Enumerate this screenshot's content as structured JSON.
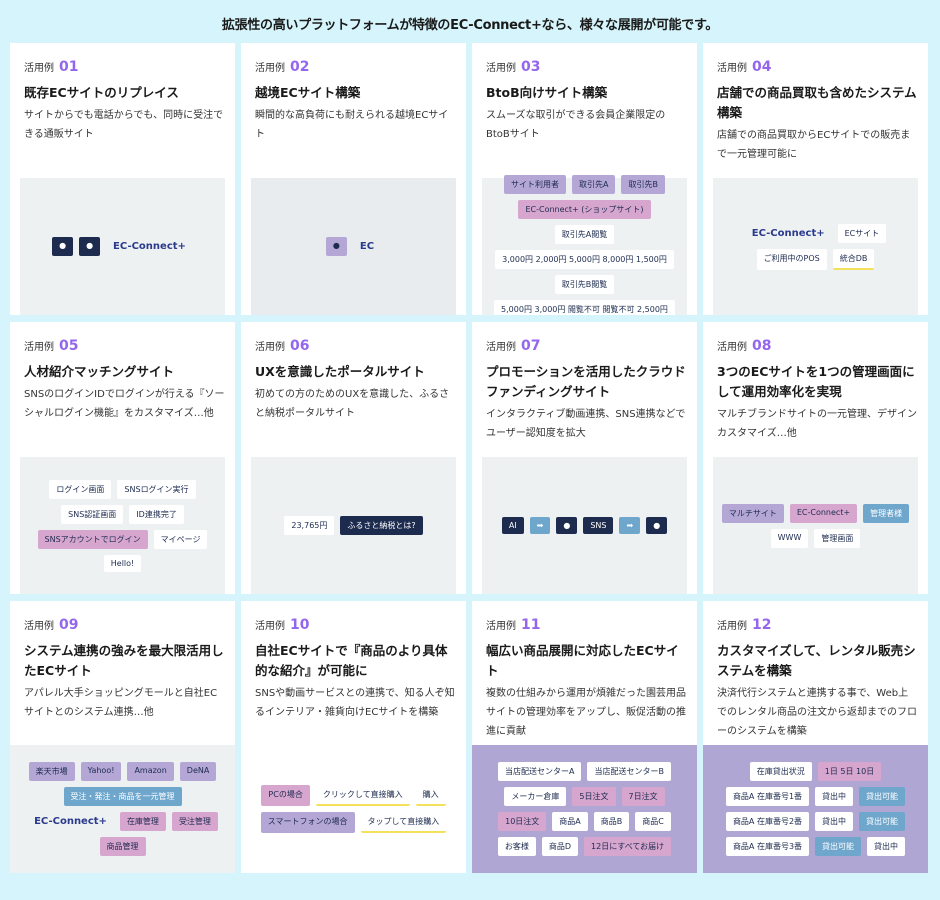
{
  "headline": "拡張性の高いプラットフォームが特徴のEC-Connect+なら、様々な展開が可能です。",
  "colors": {
    "background": "#d5f4fb",
    "accent_number": "#9466ee",
    "navy": "#1d2b4f",
    "lavender": "#b4a7d6",
    "pink": "#d7a6cf",
    "blue": "#6fa6cc"
  },
  "case_label": "活用例",
  "cases": [
    {
      "number": "01",
      "title": "既存ECサイトのリプレイス",
      "desc": "サイトからでも電話からでも、同時に受注できる通販サイト",
      "image": {
        "bg": "#eef1f1",
        "labels": [
          {
            "t": "person-pc-icon",
            "k": "dark"
          },
          {
            "t": "phone-operator-icon",
            "k": "dark"
          },
          {
            "t": "EC-Connect+",
            "k": "logo"
          }
        ]
      }
    },
    {
      "number": "02",
      "title": "越境ECサイト構築",
      "desc": "瞬間的な高負荷にも耐えられる越境ECサイト",
      "image": {
        "bg": "#e8ecee",
        "labels": [
          {
            "t": "world-map-icon",
            "k": "lav"
          },
          {
            "t": "EC",
            "k": "logo"
          }
        ]
      }
    },
    {
      "number": "03",
      "title": "BtoB向けサイト構築",
      "desc": "スムーズな取引ができる会員企業限定のBtoBサイト",
      "image": {
        "bg": "#eef1f1",
        "labels": [
          {
            "t": "サイト利用者",
            "k": "lav"
          },
          {
            "t": "取引先A",
            "k": "lav"
          },
          {
            "t": "取引先B",
            "k": "lav"
          },
          {
            "t": "EC-Connect+ (ショップサイト)",
            "k": "pink"
          },
          {
            "t": "取引先A閲覧",
            "k": ""
          },
          {
            "t": "3,000円 2,000円 5,000円 8,000円 1,500円",
            "k": ""
          },
          {
            "t": "取引先B閲覧",
            "k": ""
          },
          {
            "t": "5,000円 3,000円 閲覧不可 閲覧不可 2,500円",
            "k": ""
          }
        ]
      }
    },
    {
      "number": "04",
      "title": "店舗での商品買取も含めたシステム構築",
      "desc": "店舗での商品買取からECサイトでの販売まで一元管理可能に",
      "image": {
        "bg": "#eef1f1",
        "labels": [
          {
            "t": "EC-Connect+",
            "k": "logo"
          },
          {
            "t": "ECサイト",
            "k": ""
          },
          {
            "t": "ご利用中のPOS",
            "k": ""
          },
          {
            "t": "統合DB",
            "k": "yellow"
          }
        ]
      }
    },
    {
      "number": "05",
      "title": "人材紹介マッチングサイト",
      "desc": "SNSのログインIDでログインが行える『ソーシャルログイン機能』をカスタマイズ…他",
      "image": {
        "bg": "#eef1f1",
        "labels": [
          {
            "t": "ログイン画面",
            "k": ""
          },
          {
            "t": "SNSログイン実行",
            "k": ""
          },
          {
            "t": "SNS認証画面",
            "k": ""
          },
          {
            "t": "ID連携完了",
            "k": ""
          },
          {
            "t": "SNSアカウントでログイン",
            "k": "pink"
          },
          {
            "t": "マイページ",
            "k": ""
          },
          {
            "t": "Hello!",
            "k": ""
          }
        ]
      }
    },
    {
      "number": "06",
      "title": "UXを意識したポータルサイト",
      "desc": "初めての方のためのUXを意識した、ふるさと納税ポータルサイト",
      "image": {
        "bg": "#eef1f1",
        "labels": [
          {
            "t": "23,765円",
            "k": ""
          },
          {
            "t": "ふるさと納税とは?",
            "k": "dark"
          }
        ]
      }
    },
    {
      "number": "07",
      "title": "プロモーションを活用したクラウドファンディングサイト",
      "desc": "インタラクティブ動画連携、SNS連携などでユーザー認知度を拡大",
      "image": {
        "bg": "#eef1f1",
        "labels": [
          {
            "t": "AI",
            "k": "dark"
          },
          {
            "t": "➡",
            "k": "blue"
          },
          {
            "t": "user-icon",
            "k": "dark"
          },
          {
            "t": "SNS",
            "k": "dark"
          },
          {
            "t": "➡",
            "k": "blue"
          },
          {
            "t": "growth-chart-icon",
            "k": "dark"
          }
        ]
      }
    },
    {
      "number": "08",
      "title": "3つのECサイトを1つの管理画面にして運用効率化を実現",
      "desc": "マルチブランドサイトの一元管理、デザインカスタマイズ…他",
      "image": {
        "bg": "#eef1f1",
        "labels": [
          {
            "t": "マルチサイト",
            "k": "lav"
          },
          {
            "t": "EC-Connect+",
            "k": "pink"
          },
          {
            "t": "管理者様",
            "k": "blue"
          },
          {
            "t": "WWW",
            "k": ""
          },
          {
            "t": "管理画面",
            "k": ""
          }
        ]
      }
    },
    {
      "number": "09",
      "title": "システム連携の強みを最大限活用したECサイト",
      "desc": "アパレル大手ショッピングモールと自社ECサイトとのシステム連携…他",
      "image": {
        "bg": "#eef1f1",
        "labels": [
          {
            "t": "楽天市場",
            "k": "lav"
          },
          {
            "t": "Yahoo!",
            "k": "lav"
          },
          {
            "t": "Amazon",
            "k": "lav"
          },
          {
            "t": "DeNA",
            "k": "lav"
          },
          {
            "t": "受注・発注・商品を一元管理",
            "k": "blue"
          },
          {
            "t": "EC-Connect+",
            "k": "logo"
          },
          {
            "t": "在庫管理",
            "k": "pink"
          },
          {
            "t": "受注管理",
            "k": "pink"
          },
          {
            "t": "商品管理",
            "k": "pink"
          }
        ]
      }
    },
    {
      "number": "10",
      "title": "自社ECサイトで『商品のより具体的な紹介』が可能に",
      "desc": "SNSや動画サービスとの連携で、知る人ぞ知るインテリア・雑貨向けECサイトを構築",
      "image": {
        "bg": "#ffffff",
        "labels": [
          {
            "t": "PCの場合",
            "k": "pink"
          },
          {
            "t": "クリックして直接購入",
            "k": "yellow"
          },
          {
            "t": "購入",
            "k": "yellow"
          },
          {
            "t": "スマートフォンの場合",
            "k": "lav"
          },
          {
            "t": "タップして直接購入",
            "k": "yellow"
          }
        ]
      }
    },
    {
      "number": "11",
      "title": "幅広い商品展開に対応したECサイト",
      "desc": "複数の仕組みから運用が煩雑だった園芸用品サイトの管理効率をアップし、販促活動の推進に貢献",
      "image": {
        "bg": "#b0a6d4",
        "labels": [
          {
            "t": "当店配送センターA",
            "k": ""
          },
          {
            "t": "当店配送センターB",
            "k": ""
          },
          {
            "t": "メーカー倉庫",
            "k": ""
          },
          {
            "t": "5日注文",
            "k": "pink"
          },
          {
            "t": "7日注文",
            "k": "pink"
          },
          {
            "t": "10日注文",
            "k": "pink"
          },
          {
            "t": "商品A",
            "k": ""
          },
          {
            "t": "商品B",
            "k": ""
          },
          {
            "t": "商品C",
            "k": ""
          },
          {
            "t": "お客様",
            "k": ""
          },
          {
            "t": "商品D",
            "k": ""
          },
          {
            "t": "12日にすべてお届け",
            "k": "pink"
          }
        ]
      }
    },
    {
      "number": "12",
      "title": "カスタマイズして、レンタル販売システムを構築",
      "desc": "決済代行システムと連携する事で、Web上でのレンタル商品の注文から返却までのフローのシステムを構築",
      "image": {
        "bg": "#b0a6d4",
        "labels": [
          {
            "t": "在庫貸出状況",
            "k": ""
          },
          {
            "t": "1日 5日 10日",
            "k": "pink"
          },
          {
            "t": "商品A 在庫番号1番",
            "k": ""
          },
          {
            "t": "貸出中",
            "k": ""
          },
          {
            "t": "貸出可能",
            "k": "blue"
          },
          {
            "t": "商品A 在庫番号2番",
            "k": ""
          },
          {
            "t": "貸出中",
            "k": ""
          },
          {
            "t": "貸出可能",
            "k": "blue"
          },
          {
            "t": "商品A 在庫番号3番",
            "k": ""
          },
          {
            "t": "貸出可能",
            "k": "blue"
          },
          {
            "t": "貸出中",
            "k": ""
          }
        ]
      }
    }
  ]
}
